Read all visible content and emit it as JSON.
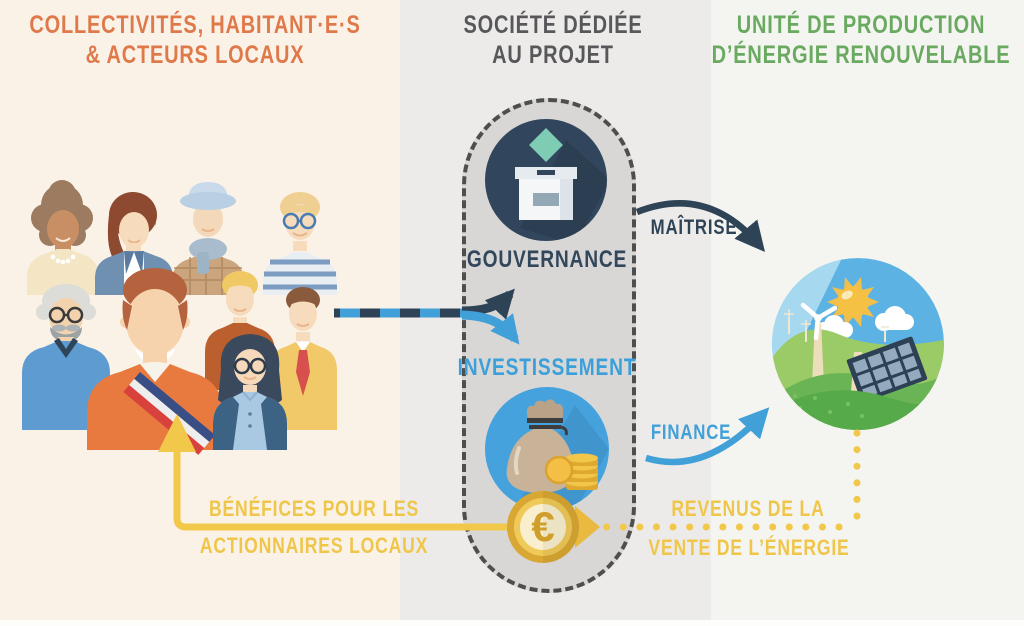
{
  "sections": {
    "left": {
      "title_line1": "COLLECTIVITÉS, HABITANT·E·S",
      "title_line2": "& ACTEURS LOCAUX",
      "text_color": "#E0794A",
      "bg": "#FAF2E7"
    },
    "middle": {
      "title_line1": "SOCIÉTÉ DÉDIÉE",
      "title_line2": "AU PROJET",
      "text_color": "#58585A",
      "bg": "#ECEBE9"
    },
    "right": {
      "title_line1": "UNITÉ DE PRODUCTION",
      "title_line2": "D’ÉNERGIE RENOUVELABLE",
      "text_color": "#69AA60",
      "bg": "#F4F4F1"
    }
  },
  "nodes": {
    "community": {
      "icon": "people-group-icon"
    },
    "governance": {
      "label": "GOUVERNANCE",
      "icon": "ballot-box-icon",
      "color": "#33475C"
    },
    "investment": {
      "label": "INVESTISSEMENT",
      "icon": "money-bag-icon",
      "color": "#41A0D8"
    },
    "euro_coin": {
      "symbol": "€",
      "icon": "euro-coin-icon",
      "color": "#F2C84B"
    },
    "energy_unit": {
      "icon": "renewable-energy-icon"
    }
  },
  "flows": {
    "maitrise": {
      "label": "MAÎTRISE",
      "color": "#2E4456"
    },
    "finance": {
      "label": "FINANCE",
      "color": "#41A0D8"
    },
    "benefits": {
      "label_line1": "BÉNÉFICES POUR LES",
      "label_line2": "ACTIONNAIRES LOCAUX",
      "color": "#F2C84B"
    },
    "revenues": {
      "label_line1": "REVENUS DE LA",
      "label_line2": "VENTE DE L’ÉNERGIE",
      "color": "#F2C84B"
    }
  },
  "style": {
    "capsule_fill": "#D8D7D5",
    "capsule_border": "#4E4E4E",
    "navy": "#2E4456",
    "blue": "#41A0D8",
    "yellow": "#F2C84B"
  }
}
